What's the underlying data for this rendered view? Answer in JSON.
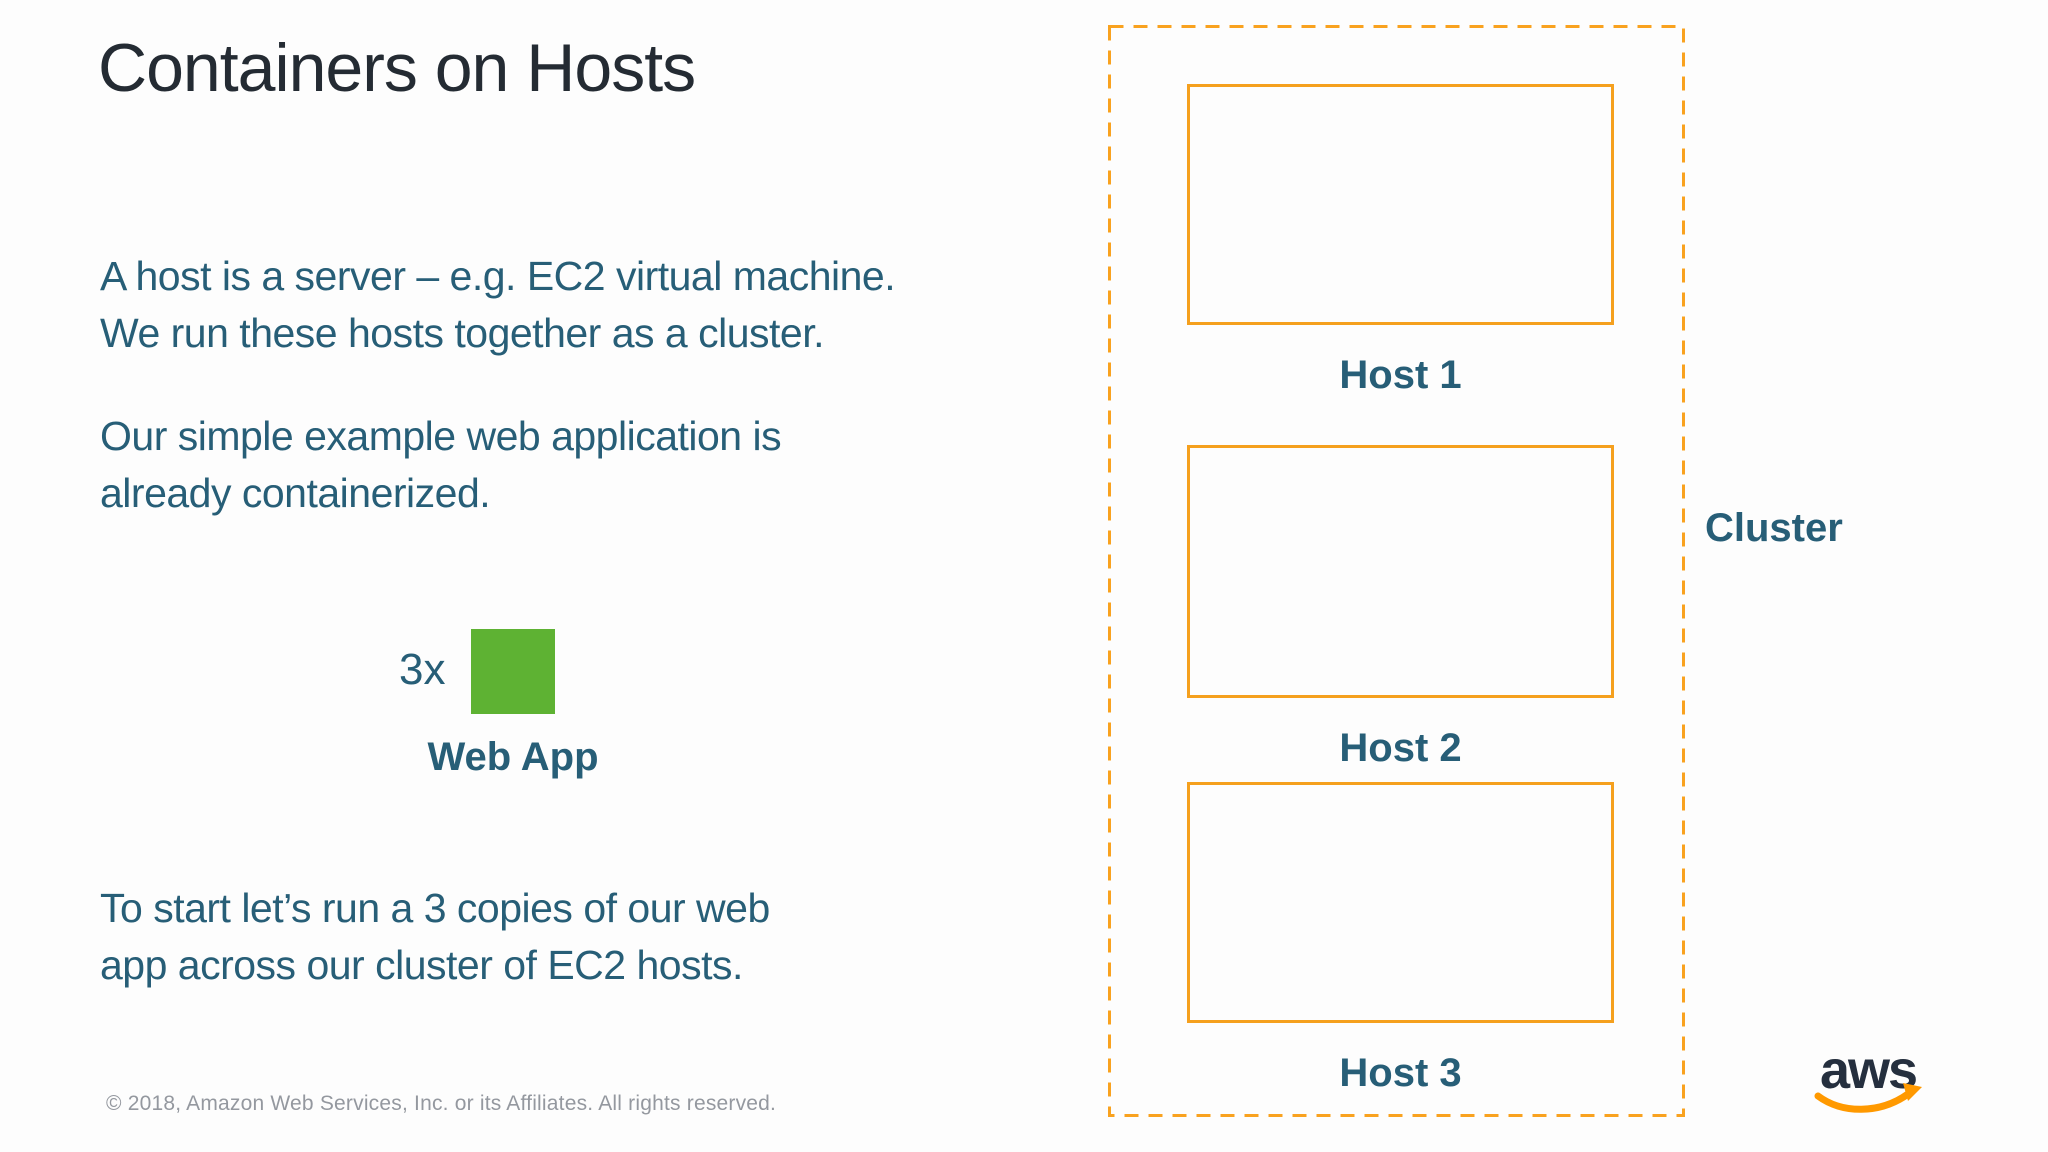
{
  "slide": {
    "title": "Containers on Hosts",
    "body_text": {
      "para1": [
        "A host is a server – e.g. EC2 virtual machine.",
        "We run these hosts together as a cluster."
      ],
      "para2": [
        "Our simple example web application is",
        "already containerized."
      ],
      "para3": [
        "To start let’s run a 3 copies of our web",
        "app across our cluster of EC2 hosts."
      ]
    },
    "webapp": {
      "count": "3x",
      "label": "Web App",
      "swatch_color": "#5eb233"
    },
    "cluster": {
      "label": "Cluster",
      "hosts": [
        {
          "label": "Host 1"
        },
        {
          "label": "Host 2"
        },
        {
          "label": "Host 3"
        }
      ]
    },
    "footer": {
      "copyright": "© 2018, Amazon Web Services, Inc. or its Affiliates. All rights reserved."
    },
    "logo": {
      "text": "aws"
    },
    "colors": {
      "title_text": "#242b33",
      "body_text": "#275e77",
      "accent_orange": "#f5a01e",
      "dashed_orange": "#f9a21f",
      "green": "#5eb233",
      "copyright_gray": "#94989f",
      "logo_navy": "#252f3e",
      "logo_smile": "#ff9900"
    }
  }
}
